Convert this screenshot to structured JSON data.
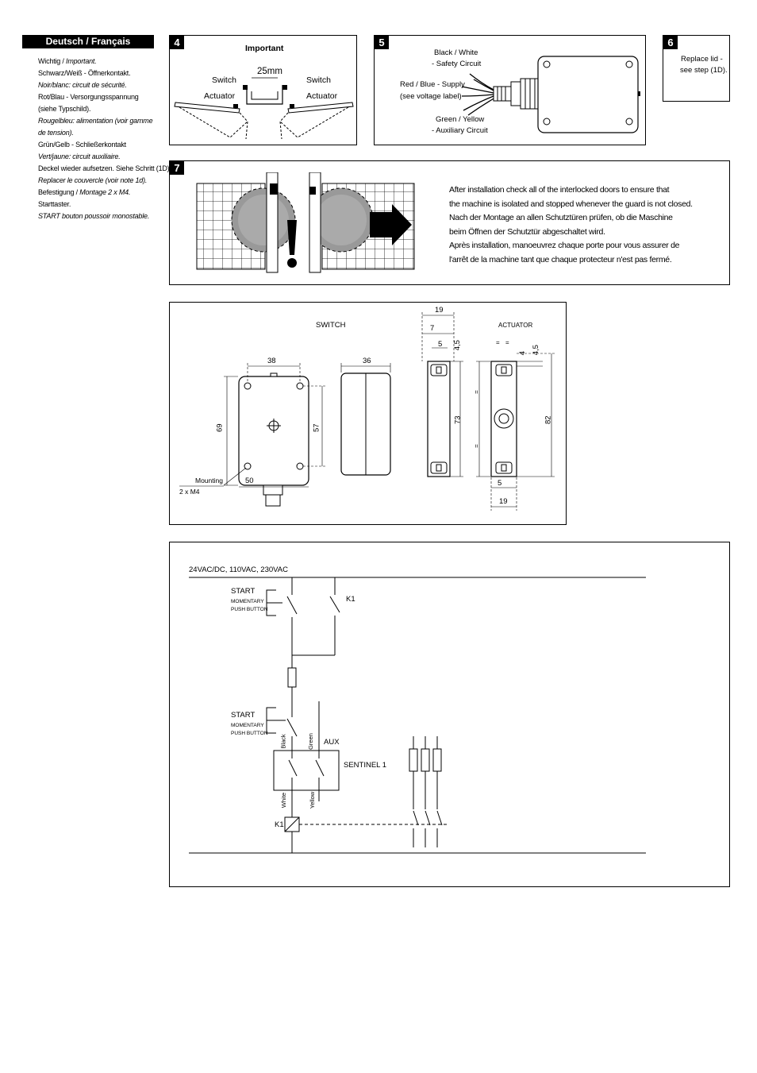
{
  "legend": {
    "header": "Deutsch / Français",
    "lines": [
      {
        "text": "Wichtig / ",
        "italic_part": "Important.",
        "italic": false
      },
      {
        "text": "Schwarz/Weiß - Öffnerkontakt.",
        "italic": false
      },
      {
        "text": "Noir/blanc: circuit de sécurité.",
        "italic": true
      },
      {
        "text": "Rot/Blau - Versorgungsspannung",
        "italic": false
      },
      {
        "text": "(siehe Typschild).",
        "italic": false
      },
      {
        "text": "Rougelbleu: alimentation (voir gamme",
        "italic": true
      },
      {
        "text": "de tension).",
        "italic": true
      },
      {
        "text": "Grün/Gelb - Schließerkontakt",
        "italic": false
      },
      {
        "text": "Vert/jaune: circuit auxiliaire.",
        "italic": true
      },
      {
        "text": "Deckel wieder aufsetzen. Siehe Schritt (1D).",
        "italic": false
      },
      {
        "text": "Replacer le couvercle (voir note 1d).",
        "italic": true
      },
      {
        "text": "Befestigung / ",
        "italic_part": "Montage 2 x M4.",
        "italic": false
      },
      {
        "text": "Starttaster.",
        "italic": false
      },
      {
        "text": "START bouton poussoir monostable.",
        "italic": true
      }
    ]
  },
  "panel4": {
    "number": "4",
    "title": "Important",
    "gap": "25mm",
    "left_switch": "Switch",
    "left_actuator": "Actuator",
    "right_switch": "Switch",
    "right_actuator": "Actuator"
  },
  "panel5": {
    "number": "5",
    "label_black_white_1": "Black / White",
    "label_black_white_2": "- Safety Circuit",
    "label_red_blue_1": "Red / Blue - Supply",
    "label_red_blue_2": "(see voltage label)",
    "label_green_yellow_1": "Green / Yellow",
    "label_green_yellow_2": "- Auxiliary Circuit"
  },
  "panel6": {
    "number": "6",
    "line1": "Replace lid -",
    "line2": "see step (1D)."
  },
  "panel7": {
    "number": "7",
    "text_lines": [
      "After installation check all of the interlocked doors to ensure that",
      "the machine is isolated and stopped whenever the guard is not closed.",
      "Nach der Montage an allen Schutztüren prüfen, ob die Maschine",
      "beim Öffnen der Schutztür abgeschaltet wird.",
      "Après installation, manoeuvrez chaque porte pour vous assurer de",
      "l'arrêt de la machine tant que chaque protecteur n'est pas fermé."
    ]
  },
  "dimensions": {
    "switch_label": "SWITCH",
    "actuator_label": "ACTUATOR",
    "d38": "38",
    "d36": "36",
    "d69": "69",
    "d57": "57",
    "d50": "50",
    "mounting_1": "Mounting",
    "mounting_2": "2 x M4",
    "d19_top": "19",
    "d7": "7",
    "d5_top": "5",
    "d45_a": "4,5",
    "d73": "73",
    "d4": "4",
    "d45_b": "4,5",
    "d82": "82",
    "d5_bottom": "5",
    "d19_bottom": "19",
    "eq": "="
  },
  "wiring": {
    "supply": "24VAC/DC, 110VAC, 230VAC",
    "start1": "START",
    "start1_sub1": "MOMENTARY",
    "start1_sub2": "PUSH BUTTON",
    "k1_top": "K1",
    "start2": "START",
    "start2_sub1": "MOMENTARY",
    "start2_sub2": "PUSH BUTTON",
    "black": "Black",
    "green": "Green",
    "aux": "AUX",
    "sentinel": "SENTINEL 1",
    "white": "White",
    "yellow": "Yellow",
    "k1_coil": "K1"
  }
}
